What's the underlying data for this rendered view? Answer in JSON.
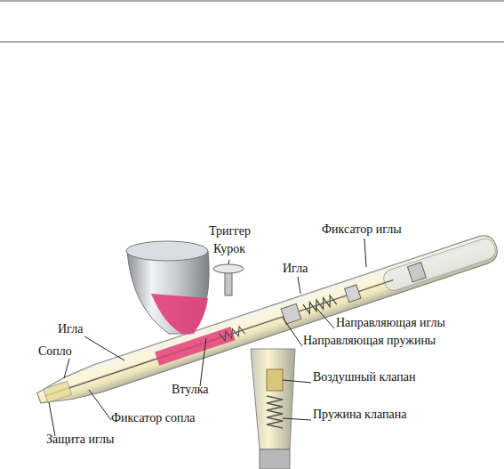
{
  "diagram": {
    "labels": [
      "Триггер",
      "Курок",
      "Фиксатор иглы",
      "Игла",
      "Направляющая иглы",
      "Направляющая пружины",
      "Игла",
      "Сопло",
      "Втулка",
      "Воздушный клапан",
      "Фиксатор сопла",
      "Пружина клапана",
      "Защита иглы"
    ]
  }
}
